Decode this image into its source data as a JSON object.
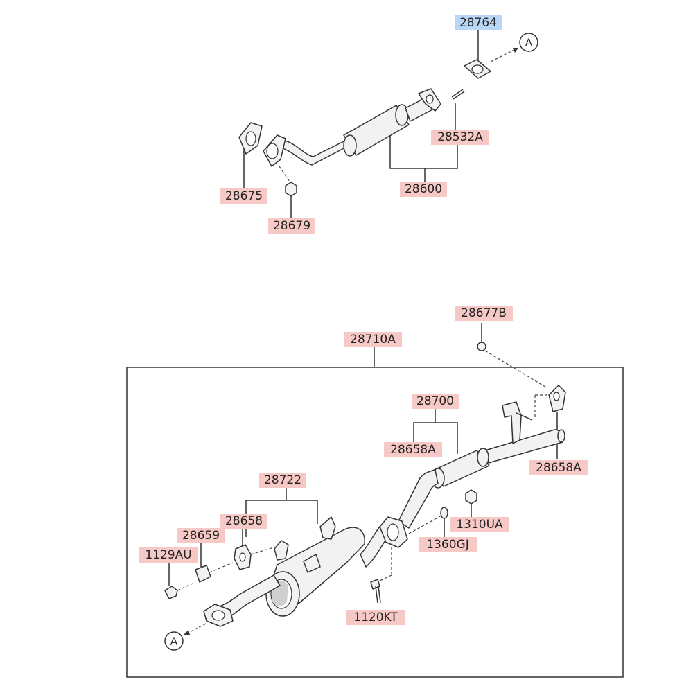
{
  "colors": {
    "label_pink": "#f7c9c6",
    "label_blue": "#b9d7f5",
    "line": "#333333"
  },
  "connector_marker": "A",
  "parts": {
    "p28764": "28764",
    "p28532A": "28532A",
    "p28600": "28600",
    "p28675": "28675",
    "p28679": "28679",
    "p28677B": "28677B",
    "p28710A": "28710A",
    "p28700": "28700",
    "p28658A_left": "28658A",
    "p28658A_right": "28658A",
    "p28722": "28722",
    "p28658": "28658",
    "p28659": "28659",
    "p1129AU": "1129AU",
    "p1310UA": "1310UA",
    "p1360GJ": "1360GJ",
    "p1120KT": "1120KT"
  }
}
